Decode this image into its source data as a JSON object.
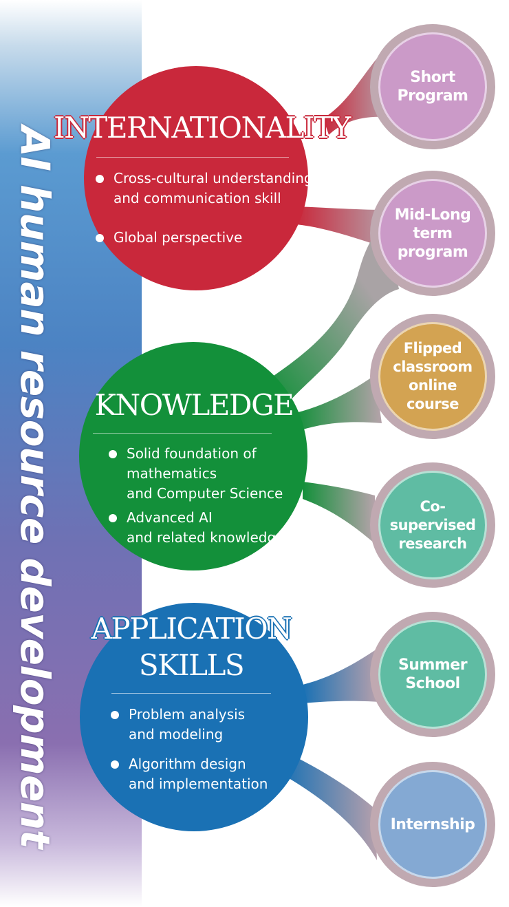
{
  "banner": {
    "title": "AI human resource development"
  },
  "colors": {
    "internationality": "#c9283b",
    "knowledge": "#13903a",
    "application": "#1a71b4",
    "connector": "#b29aa6",
    "short": "#cb9ac8",
    "flipped": "#d3a352",
    "cosup": "#5fbca3",
    "summer": "#5fbca3",
    "internship": "#84a9d3"
  },
  "internationality": {
    "title": "INTERNATIONALITY",
    "bullets": [
      "Cross-cultural understanding\nand communication skill",
      "Global perspective"
    ]
  },
  "knowledge": {
    "title": "KNOWLEDGE",
    "bullets": [
      "Solid foundation of\nmathematics\nand Computer Science",
      "Advanced AI\nand related knowledge"
    ]
  },
  "application": {
    "title_line1": "APPLICATION",
    "title_line2": "SKILLS",
    "bullets": [
      "Problem analysis\nand modeling",
      "Algorithm design\nand implementation"
    ]
  },
  "programs": [
    {
      "label": "Short\nProgram",
      "icon": "short-program"
    },
    {
      "label": "Mid-Long\nterm\nprogram",
      "icon": "mid-long-program"
    },
    {
      "label": "Flipped\nclassroom\nonline course",
      "icon": "flipped-classroom"
    },
    {
      "label": "Co-supervised\nresearch",
      "icon": "co-supervised"
    },
    {
      "label": "Summer\nSchool",
      "icon": "summer-school"
    },
    {
      "label": "Internship",
      "icon": "internship"
    }
  ]
}
